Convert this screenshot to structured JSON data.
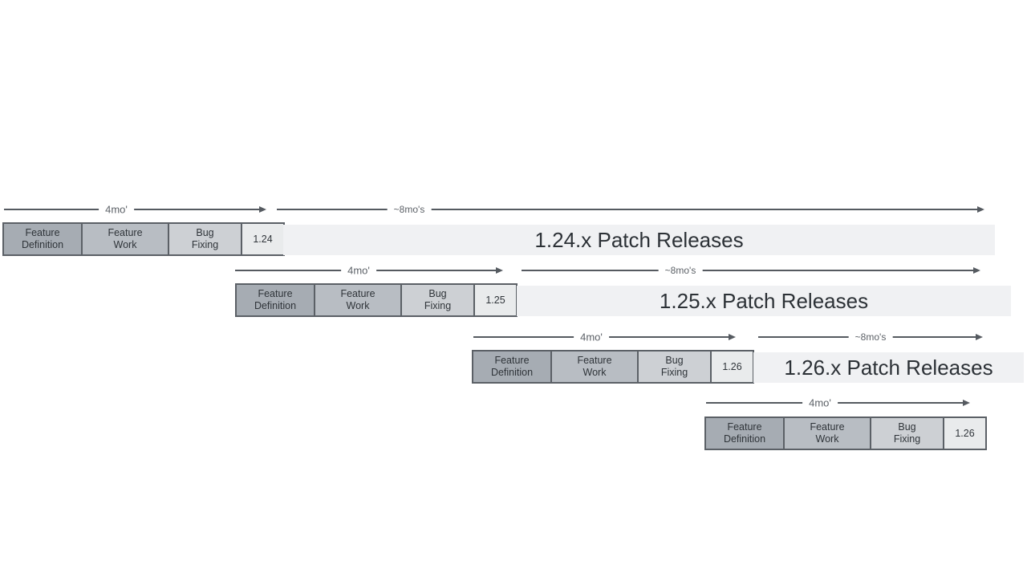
{
  "durations": {
    "cycle_label": "4mo'",
    "patch_label": "~8mo's"
  },
  "phases": {
    "feature_definition": "Feature\nDefinition",
    "feature_work": "Feature\nWork",
    "bug_fixing": "Bug\nFixing"
  },
  "releases": [
    {
      "version": "1.24",
      "patch_releases_label": "1.24.x Patch Releases"
    },
    {
      "version": "1.25",
      "patch_releases_label": "1.25.x Patch Releases"
    },
    {
      "version": "1.26",
      "patch_releases_label": "1.26.x Patch Releases"
    },
    {
      "version": "1.26",
      "patch_releases_label": ""
    }
  ],
  "colors": {
    "fd": "#a6acb3",
    "fw": "#b8bdc3",
    "bf": "#cdd0d4",
    "ver": "#e9ebec",
    "bar": "#f0f1f3",
    "border": "#5b6066",
    "arrow": "#555a60",
    "boxtxt": "#2f3439",
    "patchtxt": "#2c3136",
    "labeltxt": "#5c6167"
  }
}
